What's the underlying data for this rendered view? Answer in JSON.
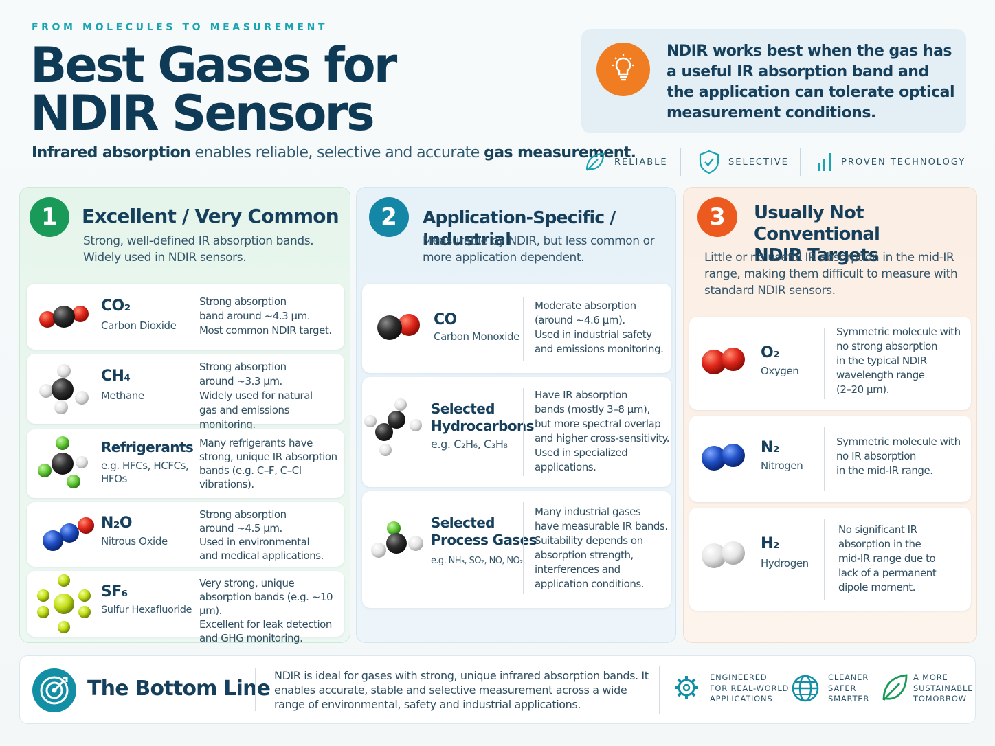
{
  "header": {
    "kicker": "FROM MOLECULES TO MEASUREMENT",
    "title_line1": "Best Gases for",
    "title_line2": "NDIR Sensors",
    "subtitle_part1": "Infrared absorption",
    "subtitle_part2": " enables reliable, selective and accurate ",
    "subtitle_part3": "gas measurement."
  },
  "callout": {
    "icon": "lightbulb-icon",
    "text": "NDIR works best when the gas has a useful IR absorption band and the application can tolerate optical measurement conditions."
  },
  "badges": [
    {
      "icon": "leaf-icon",
      "label": "RELIABLE"
    },
    {
      "icon": "shield-check-icon",
      "label": "SELECTIVE"
    },
    {
      "icon": "bar-chart-icon",
      "label": "PROVEN TECHNOLOGY"
    }
  ],
  "columns": [
    {
      "number": "1",
      "color": "#1a9a58",
      "title": "Excellent / Very Common",
      "desc_line1": "Strong, well-defined IR absorption bands.",
      "desc_line2": "Widely used in NDIR sensors.",
      "cards": [
        {
          "formula": "CO₂",
          "name": "Carbon Dioxide",
          "desc": [
            "Strong absorption",
            "band around ~4.3 µm.",
            "Most common NDIR target."
          ]
        },
        {
          "formula": "CH₄",
          "name": "Methane",
          "desc": [
            "Strong absorption",
            "around ~3.3 µm.",
            "Widely used for natural",
            "gas and emissions monitoring."
          ]
        },
        {
          "formula": "Refrigerants",
          "name_line1": "e.g. HFCs, HCFCs,",
          "name_line2": "HFOs",
          "desc": [
            "Many refrigerants have",
            "strong, unique IR absorption",
            "bands (e.g. C–F, C–Cl",
            "vibrations)."
          ]
        },
        {
          "formula": "N₂O",
          "name": "Nitrous Oxide",
          "desc": [
            "Strong absorption",
            "around ~4.5 µm.",
            "Used in environmental",
            "and medical applications."
          ]
        },
        {
          "formula": "SF₆",
          "name": "Sulfur Hexafluoride",
          "desc": [
            "Very strong, unique",
            "absorption bands (e.g. ~10 µm).",
            "Excellent for leak detection",
            "and GHG monitoring."
          ]
        }
      ]
    },
    {
      "number": "2",
      "color": "#1487a6",
      "title": "Application-Specific / Industrial",
      "desc_line1": "Measurable by NDIR, but less common or",
      "desc_line2": "more application dependent.",
      "cards": [
        {
          "formula": "CO",
          "name": "Carbon Monoxide",
          "desc": [
            "Moderate absorption",
            "(around ~4.6 µm).",
            "Used in industrial safety",
            "and emissions monitoring."
          ]
        },
        {
          "title_line1": "Selected",
          "title_line2": "Hydrocarbons",
          "name": "e.g. C₂H₆, C₃H₈",
          "desc": [
            "Have IR absorption",
            "bands (mostly 3–8 µm),",
            "but more spectral overlap",
            "and higher cross-sensitivity.",
            "Used in specialized",
            "applications."
          ]
        },
        {
          "title_line1": "Selected",
          "title_line2": "Process Gases",
          "name": "e.g. NH₃, SO₂, NO, NO₂",
          "desc": [
            "Many industrial gases",
            "have measurable IR bands.",
            "Suitability depends on",
            "absorption strength,",
            "interferences and",
            "application conditions."
          ]
        }
      ]
    },
    {
      "number": "3",
      "color": "#ec5a1f",
      "title_line1": "Usually Not Conventional",
      "title_line2": "NDIR Targets",
      "desc_line1": "Little or no useful IR absorption in the mid-IR",
      "desc_line2": "range, making them difficult to measure with",
      "desc_line3": "standard NDIR sensors.",
      "cards": [
        {
          "formula": "O₂",
          "name": "Oxygen",
          "desc": [
            "Symmetric molecule with",
            "no strong absorption",
            "in the typical NDIR",
            "wavelength range",
            "(2–20 µm)."
          ]
        },
        {
          "formula": "N₂",
          "name": "Nitrogen",
          "desc": [
            "Symmetric molecule with",
            "no IR absorption",
            "in the mid-IR range."
          ]
        },
        {
          "formula": "H₂",
          "name": "Hydrogen",
          "desc": [
            "No significant IR",
            "absorption in the",
            "mid-IR range due to",
            "lack of a permanent",
            "dipole moment."
          ]
        }
      ]
    }
  ],
  "bottom": {
    "icon": "target-icon",
    "title": "The Bottom Line",
    "text": "NDIR is ideal for gases with strong, unique infrared absorption bands. It enables accurate, stable and selective measurement across a wide range of environmental, safety and industrial applications.",
    "items": [
      {
        "icon": "gear-icon",
        "lines": [
          "ENGINEERED",
          "FOR REAL-WORLD",
          "APPLICATIONS"
        ]
      },
      {
        "icon": "globe-icon",
        "lines": [
          "CLEANER",
          "SAFER",
          "SMARTER"
        ]
      },
      {
        "icon": "leaf-icon",
        "lines": [
          "A MORE",
          "SUSTAINABLE",
          "TOMORROW"
        ]
      }
    ]
  },
  "colors": {
    "dark_blue": "#163f5c",
    "teal": "#1aa3b0",
    "green": "#1a9a58",
    "orange": "#ec5a1f",
    "carbon": "#2b2b2b",
    "oxygen": "#e0261b",
    "nitrogen": "#1f4fc4",
    "hydrogen": "#e8e8e8",
    "fluorine": "#7ed957",
    "sf_yellow": "#c6e21e"
  }
}
